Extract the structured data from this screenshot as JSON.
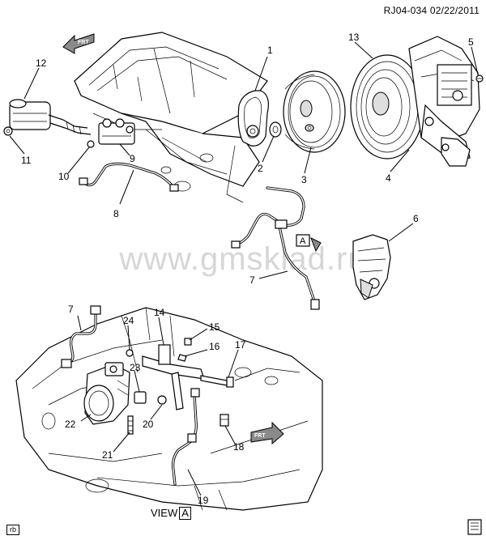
{
  "header": {
    "ref_code": "RJ04-034  02/22/2011"
  },
  "watermark": "www.gmsklad.ru",
  "footer": {
    "initials": "rb",
    "view_label": "VIEW",
    "view_letter": "A"
  },
  "arrows": {
    "front_label": "FRT",
    "view_marker": "A"
  },
  "callouts": [
    {
      "id": "c1",
      "text": "1"
    },
    {
      "id": "c2",
      "text": "2"
    },
    {
      "id": "c3",
      "text": "3"
    },
    {
      "id": "c4",
      "text": "4"
    },
    {
      "id": "c5",
      "text": "5"
    },
    {
      "id": "c6",
      "text": "6"
    },
    {
      "id": "c7a",
      "text": "7"
    },
    {
      "id": "c7b",
      "text": "7"
    },
    {
      "id": "c8",
      "text": "8"
    },
    {
      "id": "c9",
      "text": "9"
    },
    {
      "id": "c10",
      "text": "10"
    },
    {
      "id": "c11",
      "text": "11"
    },
    {
      "id": "c12",
      "text": "12"
    },
    {
      "id": "c13",
      "text": "13"
    },
    {
      "id": "c14",
      "text": "14"
    },
    {
      "id": "c15",
      "text": "15"
    },
    {
      "id": "c16",
      "text": "16"
    },
    {
      "id": "c17",
      "text": "17"
    },
    {
      "id": "c18",
      "text": "18"
    },
    {
      "id": "c19",
      "text": "19"
    },
    {
      "id": "c20",
      "text": "20"
    },
    {
      "id": "c21",
      "text": "21"
    },
    {
      "id": "c22",
      "text": "22"
    },
    {
      "id": "c23",
      "text": "23"
    },
    {
      "id": "c24",
      "text": "24"
    }
  ]
}
